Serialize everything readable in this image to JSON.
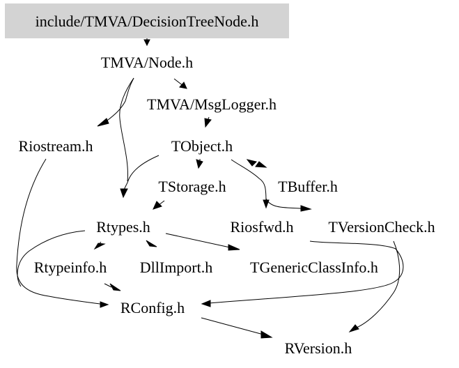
{
  "diagram": {
    "type": "include-dependency-graph",
    "root": "include/TMVA/DecisionTreeNode.h",
    "colors": {
      "root_fill": "#d3d3d3",
      "edge": "#000000",
      "text": "#000000",
      "background": "#ffffff"
    },
    "nodes": [
      {
        "id": "root",
        "label": "include/TMVA/DecisionTreeNode.h"
      },
      {
        "id": "node",
        "label": "TMVA/Node.h"
      },
      {
        "id": "msglogger",
        "label": "TMVA/MsgLogger.h"
      },
      {
        "id": "riostream",
        "label": "Riostream.h"
      },
      {
        "id": "tobject",
        "label": "TObject.h"
      },
      {
        "id": "tstorage",
        "label": "TStorage.h"
      },
      {
        "id": "tbuffer",
        "label": "TBuffer.h"
      },
      {
        "id": "rtypes",
        "label": "Rtypes.h"
      },
      {
        "id": "riosfwd",
        "label": "Riosfwd.h"
      },
      {
        "id": "tversioncheck",
        "label": "TVersionCheck.h"
      },
      {
        "id": "rtypeinfo",
        "label": "Rtypeinfo.h"
      },
      {
        "id": "dllimport",
        "label": "DllImport.h"
      },
      {
        "id": "tgenericclassinfo",
        "label": "TGenericClassInfo.h"
      },
      {
        "id": "rconfig",
        "label": "RConfig.h"
      },
      {
        "id": "rversion",
        "label": "RVersion.h"
      }
    ],
    "edges": [
      {
        "from": "root",
        "to": "node"
      },
      {
        "from": "node",
        "to": "msglogger"
      },
      {
        "from": "node",
        "to": "riostream"
      },
      {
        "from": "node",
        "to": "rtypes"
      },
      {
        "from": "msglogger",
        "to": "tobject"
      },
      {
        "from": "tobject",
        "to": "tstorage"
      },
      {
        "from": "tobject",
        "to": "rtypes"
      },
      {
        "from": "tobject",
        "to": "tbuffer"
      },
      {
        "from": "tbuffer",
        "to": "tobject"
      },
      {
        "from": "tobject",
        "to": "riosfwd"
      },
      {
        "from": "tobject",
        "to": "tversioncheck"
      },
      {
        "from": "tstorage",
        "to": "rtypes"
      },
      {
        "from": "riostream",
        "to": "rconfig"
      },
      {
        "from": "rtypes",
        "to": "rtypeinfo"
      },
      {
        "from": "rtypes",
        "to": "dllimport"
      },
      {
        "from": "rtypes",
        "to": "tgenericclassinfo"
      },
      {
        "from": "rtypes",
        "to": "rconfig"
      },
      {
        "from": "rtypeinfo",
        "to": "rconfig"
      },
      {
        "from": "riosfwd",
        "to": "rconfig"
      },
      {
        "from": "tversioncheck",
        "to": "rversion"
      },
      {
        "from": "rconfig",
        "to": "rversion"
      }
    ]
  }
}
